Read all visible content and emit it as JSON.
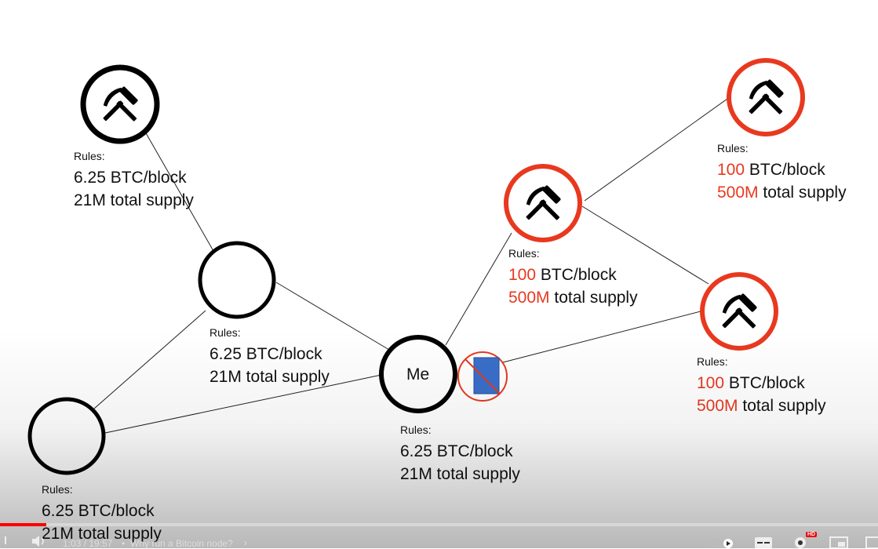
{
  "nodes": {
    "top_left_miner": {
      "rules_label": "Rules:",
      "reward": "6.25 BTC/block",
      "supply": "21M total supply"
    },
    "middle_left": {
      "rules_label": "Rules:",
      "reward": "6.25 BTC/block",
      "supply": "21M total supply"
    },
    "bottom_left": {
      "rules_label": "Rules:",
      "reward": "6.25 BTC/block",
      "supply": "21M total supply"
    },
    "me": {
      "name": "Me",
      "rules_label": "Rules:",
      "reward": "6.25 BTC/block",
      "supply": "21M total supply"
    },
    "mid_right_miner": {
      "rules_label": "Rules:",
      "reward_value": "100",
      "reward_unit": " BTC/block",
      "supply_value": "500M",
      "supply_unit": " total supply"
    },
    "top_right_miner": {
      "rules_label": "Rules:",
      "reward_value": "100",
      "reward_unit": " BTC/block",
      "supply_value": "500M",
      "supply_unit": " total supply"
    },
    "right_miner": {
      "rules_label": "Rules:",
      "reward_value": "100",
      "reward_unit": " BTC/block",
      "supply_value": "500M",
      "supply_unit": " total supply"
    }
  },
  "rejected_block_icon": "rejected-block-icon",
  "miner_icon": "hammer-pick-icon",
  "colors": {
    "honest_ring": "#000000",
    "divergent_ring": "#e8391f",
    "block": "#3a6fc9",
    "reject": "#e8391f"
  },
  "player": {
    "time": "1:03 / 19:57",
    "separator": "•",
    "chapter": "Why run a Bitcoin node?",
    "hd_badge": "HD",
    "progress": 0.053
  }
}
